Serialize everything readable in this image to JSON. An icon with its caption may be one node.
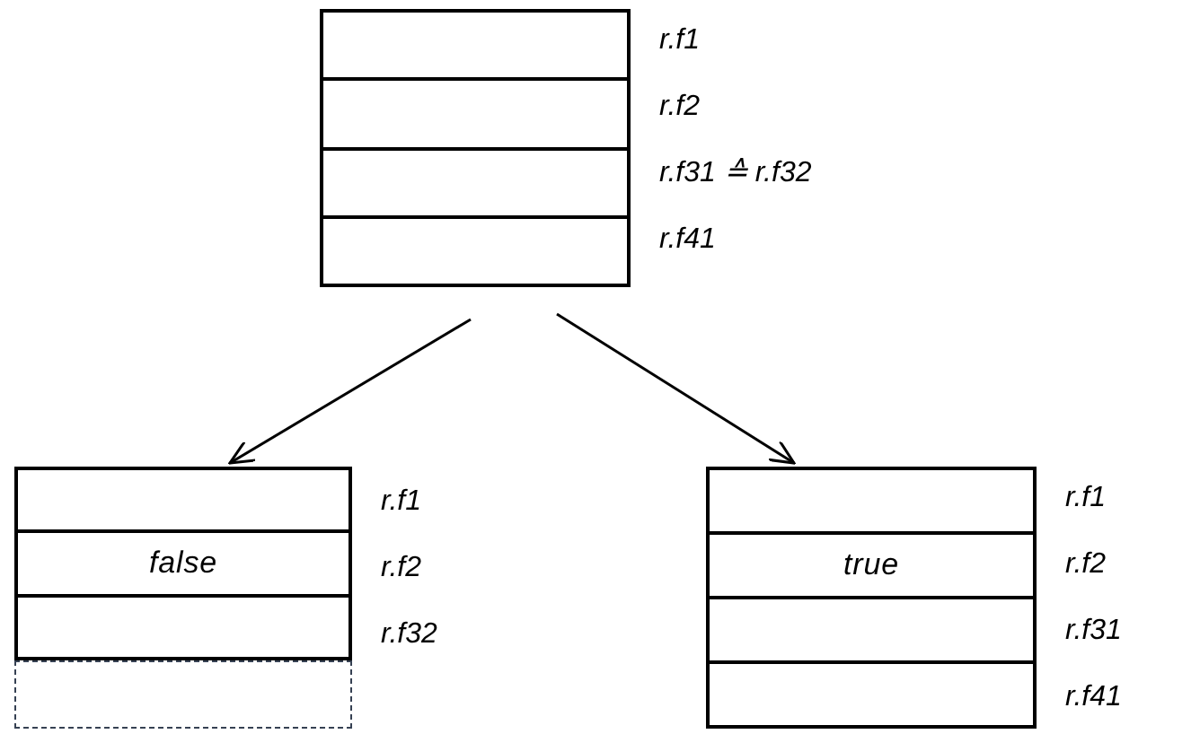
{
  "diagram": {
    "nodes": [
      {
        "text": [],
        "shape": "box",
        "beside": [
          "r.f1",
          "r.f2",
          "r.f31 ≙ r.f32",
          "r.f41"
        ]
      },
      {
        "text": [],
        "shape": "box",
        "in": 0
      },
      {
        "text": [],
        "shape": "box",
        "in": 0
      },
      {
        "text": [],
        "shape": "box",
        "in": 0
      },
      {
        "text": [],
        "shape": "box",
        "in": 0
      },
      {
        "text": [],
        "shape": "box",
        "beside": [
          "r.f1",
          "r.f2",
          "r.f32"
        ]
      },
      {
        "text": [],
        "shape": "box",
        "in": 5
      },
      {
        "text": [
          "false"
        ],
        "in": 5
      },
      {
        "text": [],
        "shape": "box",
        "in": 5
      },
      {
        "text": [],
        "shape": "box"
      },
      {
        "text": [],
        "shape": "box",
        "beside": [
          "r.f1",
          "r.f2",
          "r.f31",
          "r.f41"
        ]
      },
      {
        "text": [],
        "shape": "box",
        "in": 10
      },
      {
        "text": [
          "true"
        ],
        "in": 10
      },
      {
        "text": [],
        "shape": "box",
        "in": 10
      },
      {
        "text": [],
        "shape": "box",
        "in": 10
      }
    ],
    "edges": [
      {
        "from": 0,
        "to": 5,
        "arrow": "to"
      },
      {
        "from": 0,
        "to": 10,
        "arrow": "to"
      }
    ]
  }
}
